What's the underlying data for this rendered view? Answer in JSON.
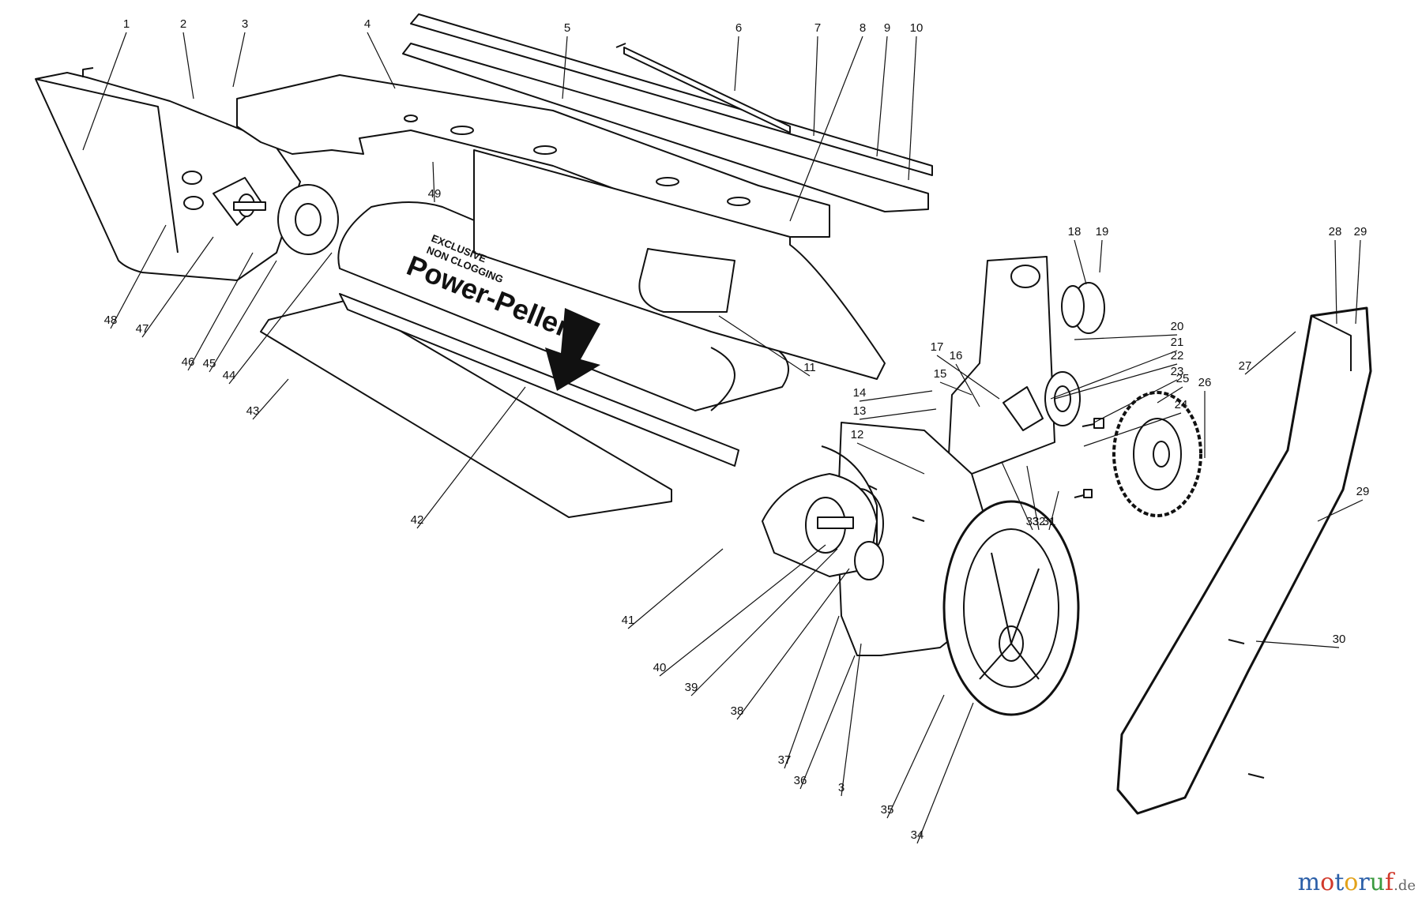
{
  "labels": [
    "1",
    "2",
    "3",
    "4",
    "5",
    "6",
    "7",
    "8",
    "9",
    "10",
    "11",
    "12",
    "13",
    "14",
    "15",
    "16",
    "17",
    "18",
    "19",
    "20",
    "21",
    "22",
    "23",
    "24",
    "25",
    "26",
    "27",
    "28",
    "29",
    "29",
    "30",
    "31",
    "32",
    "33",
    "3",
    "34",
    "35",
    "36",
    "37",
    "38",
    "39",
    "40",
    "41",
    "42",
    "43",
    "44",
    "45",
    "46",
    "47",
    "48",
    "49"
  ],
  "decal": {
    "line1": "EXCLUSIVE",
    "line2": "NON CLOGGING",
    "brand": "Power-Peller"
  },
  "watermark": {
    "letters": [
      "m",
      "o",
      "t",
      "o",
      "r",
      "u",
      "f"
    ],
    "colors": [
      "#2b5fa8",
      "#d1392b",
      "#2b5fa8",
      "#e3a21a",
      "#2b5fa8",
      "#3a9a3f",
      "#d1392b"
    ],
    "suffix": ".de",
    "suffix_color": "#666666"
  }
}
